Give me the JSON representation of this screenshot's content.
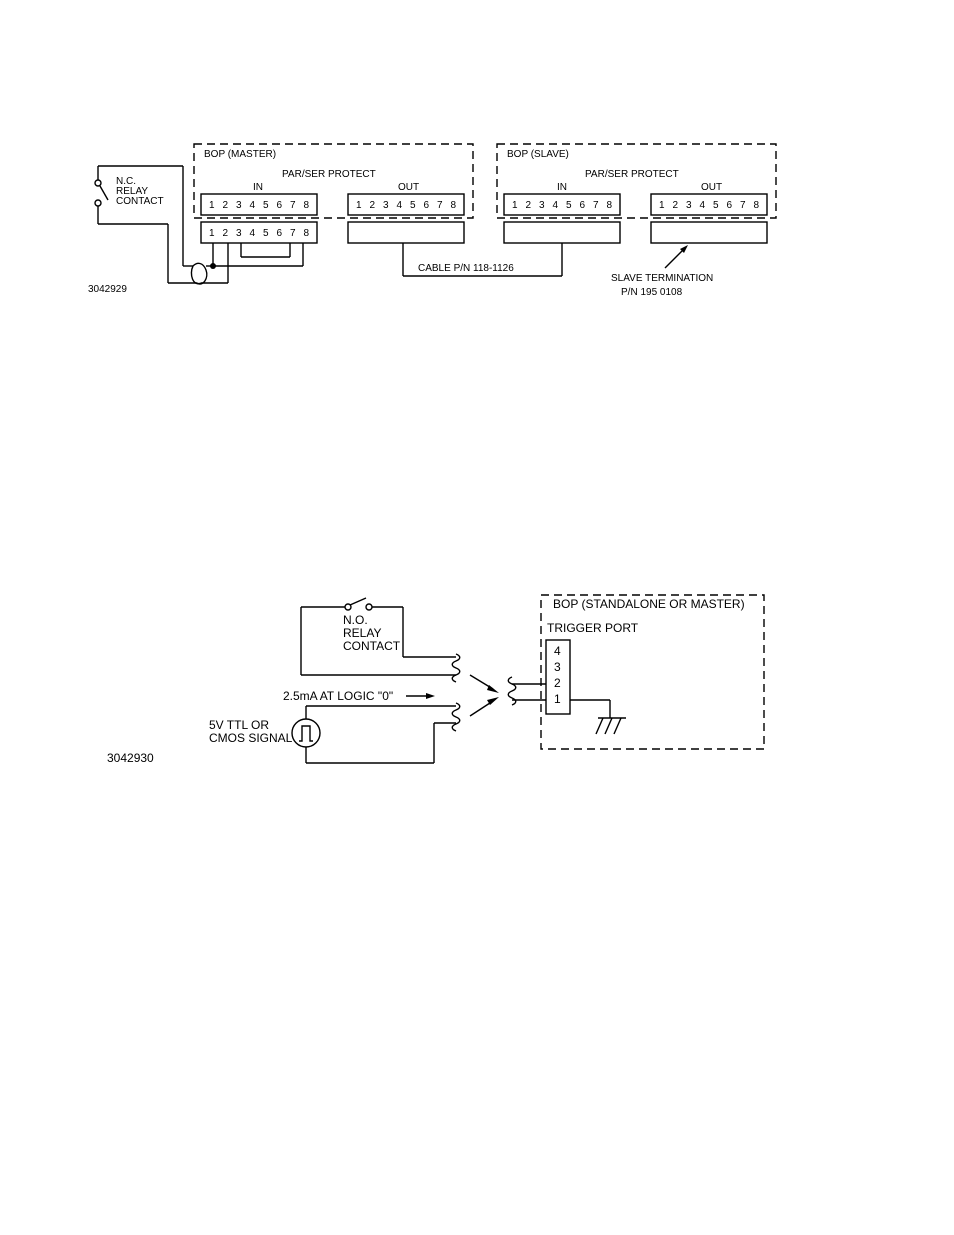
{
  "diagram1": {
    "relay_label": [
      "N.C.",
      "RELAY",
      "CONTACT"
    ],
    "master_label": "BOP (MASTER)",
    "slave_label": "BOP (SLAVE)",
    "protect_label": "PAR/SER PROTECT",
    "in_label": "IN",
    "out_label": "OUT",
    "pins": "1 2 3 4 5 6 7 8",
    "cable_label": "CABLE P/N 118-1126",
    "termination_label": [
      "SLAVE TERMINATION",
      "P/N 195 0108"
    ],
    "figure_id": "3042929"
  },
  "diagram2": {
    "relay_label": [
      "N.O.",
      "RELAY",
      "CONTACT"
    ],
    "bop_label": "BOP (STANDALONE OR MASTER)",
    "trigger_label": "TRIGGER PORT",
    "pins": [
      "4",
      "3",
      "2",
      "1"
    ],
    "current_label": "2.5mA AT LOGIC \"0\"",
    "signal_label": [
      "5V TTL OR",
      "CMOS SIGNAL"
    ],
    "figure_id": "3042930"
  }
}
